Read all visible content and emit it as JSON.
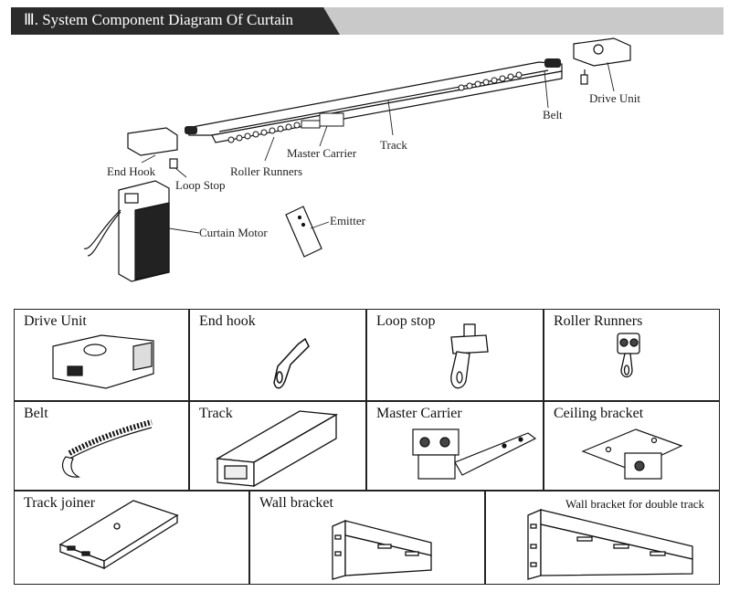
{
  "header": {
    "title": "Ⅲ.  System Component Diagram  Of  Curtain"
  },
  "callouts": {
    "drive_unit": "Drive Unit",
    "belt": "Belt",
    "track": "Track",
    "master_carrier": "Master Carrier",
    "end_hook": "End Hook",
    "roller_runners": "Roller Runners",
    "loop_stop": "Loop Stop",
    "curtain_motor": "Curtain Motor",
    "emitter": "Emitter"
  },
  "parts": [
    {
      "label": "Drive Unit"
    },
    {
      "label": "End hook"
    },
    {
      "label": "Loop stop"
    },
    {
      "label": "Roller Runners"
    },
    {
      "label": "Belt"
    },
    {
      "label": "Track"
    },
    {
      "label": "Master Carrier"
    },
    {
      "label": "Ceiling bracket"
    },
    {
      "label": "Track joiner"
    },
    {
      "label": "Wall bracket"
    },
    {
      "label": "Wall bracket for double track"
    }
  ]
}
